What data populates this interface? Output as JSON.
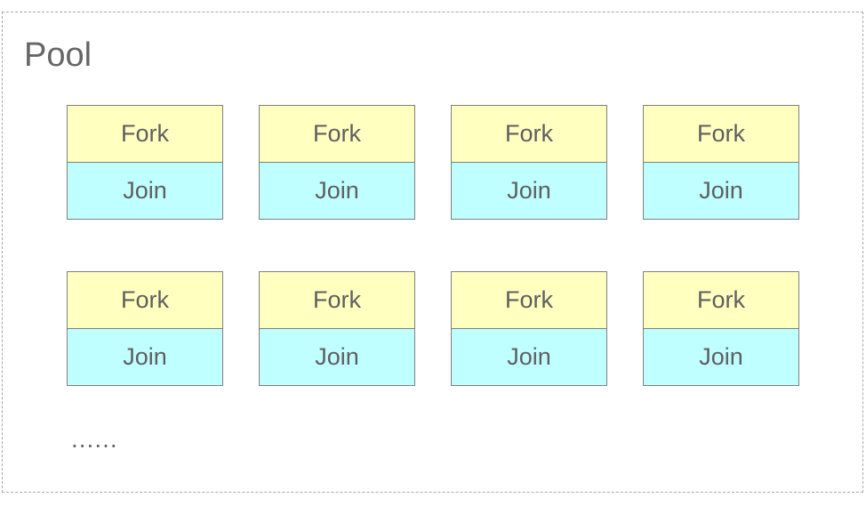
{
  "colors": {
    "fork_fill": "#ffffbf",
    "join_fill": "#bfffff",
    "border": "#7f7f7f",
    "pool_border": "#a8a8a8",
    "text": "#5f5f5f"
  },
  "pool": {
    "title": "Pool",
    "ellipsis": "......",
    "units": [
      {
        "fork": "Fork",
        "join": "Join"
      },
      {
        "fork": "Fork",
        "join": "Join"
      },
      {
        "fork": "Fork",
        "join": "Join"
      },
      {
        "fork": "Fork",
        "join": "Join"
      },
      {
        "fork": "Fork",
        "join": "Join"
      },
      {
        "fork": "Fork",
        "join": "Join"
      },
      {
        "fork": "Fork",
        "join": "Join"
      },
      {
        "fork": "Fork",
        "join": "Join"
      }
    ]
  }
}
